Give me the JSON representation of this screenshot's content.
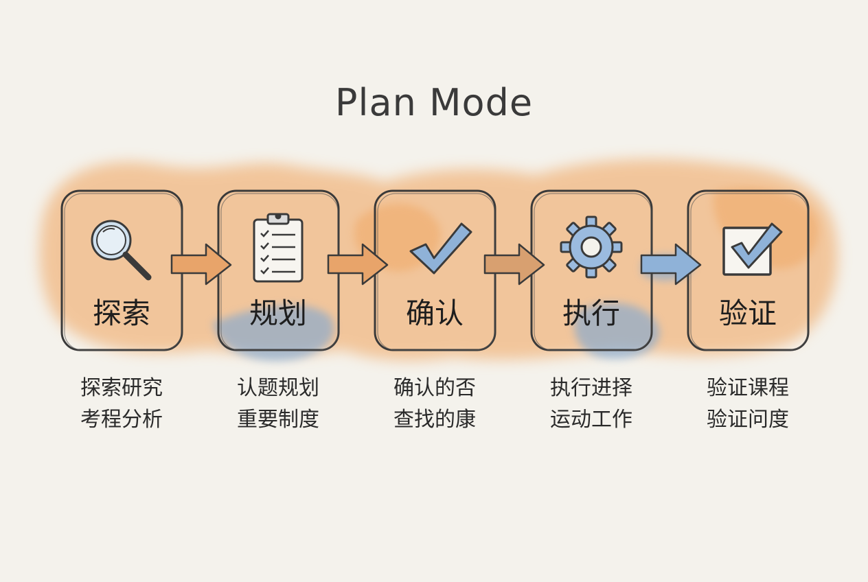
{
  "title": "Plan Mode",
  "steps": [
    {
      "label": "探索",
      "icon": "magnifier-icon",
      "desc": [
        "探索研究",
        "考程分析"
      ]
    },
    {
      "label": "规划",
      "icon": "clipboard-checklist-icon",
      "desc": [
        "认题规划",
        "重要制度"
      ]
    },
    {
      "label": "确认",
      "icon": "checkmark-icon",
      "desc": [
        "确认的否",
        "查找的康"
      ]
    },
    {
      "label": "执行",
      "icon": "gear-icon",
      "desc": [
        "执行进择",
        "运动工作"
      ]
    },
    {
      "label": "验证",
      "icon": "checkbox-checked-icon",
      "desc": [
        "验证课程",
        "验证问度"
      ]
    }
  ],
  "colors": {
    "orange_wash": "#f0a25a",
    "blue_wash": "#7aa6d4",
    "ink": "#3a3a3a",
    "paper": "#f4f2ec"
  }
}
